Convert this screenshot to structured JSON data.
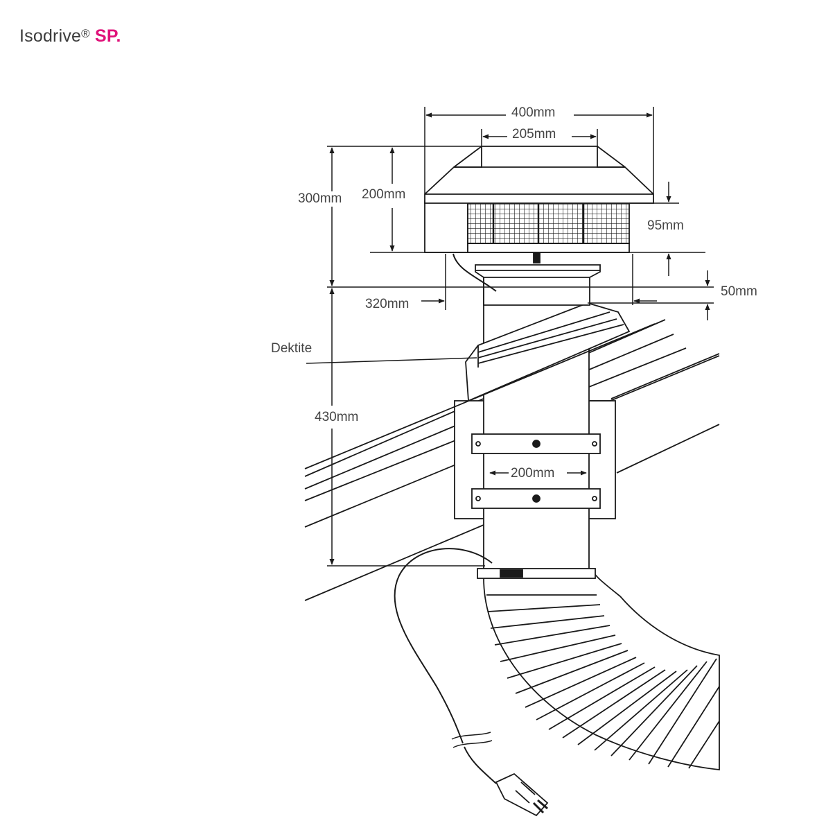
{
  "title": {
    "brand": "Isodrive",
    "registered_mark": "®",
    "model": "SP."
  },
  "diagram": {
    "dimensions": {
      "overall_width": "400mm",
      "top_width": "205mm",
      "overall_height": "300mm",
      "hood_height": "200mm",
      "base_height": "95mm",
      "roof_gap": "50mm",
      "body_width": "320mm",
      "duct_length": "430mm",
      "bracket_width": "200mm"
    },
    "labels": {
      "flashing": "Dektite"
    }
  }
}
